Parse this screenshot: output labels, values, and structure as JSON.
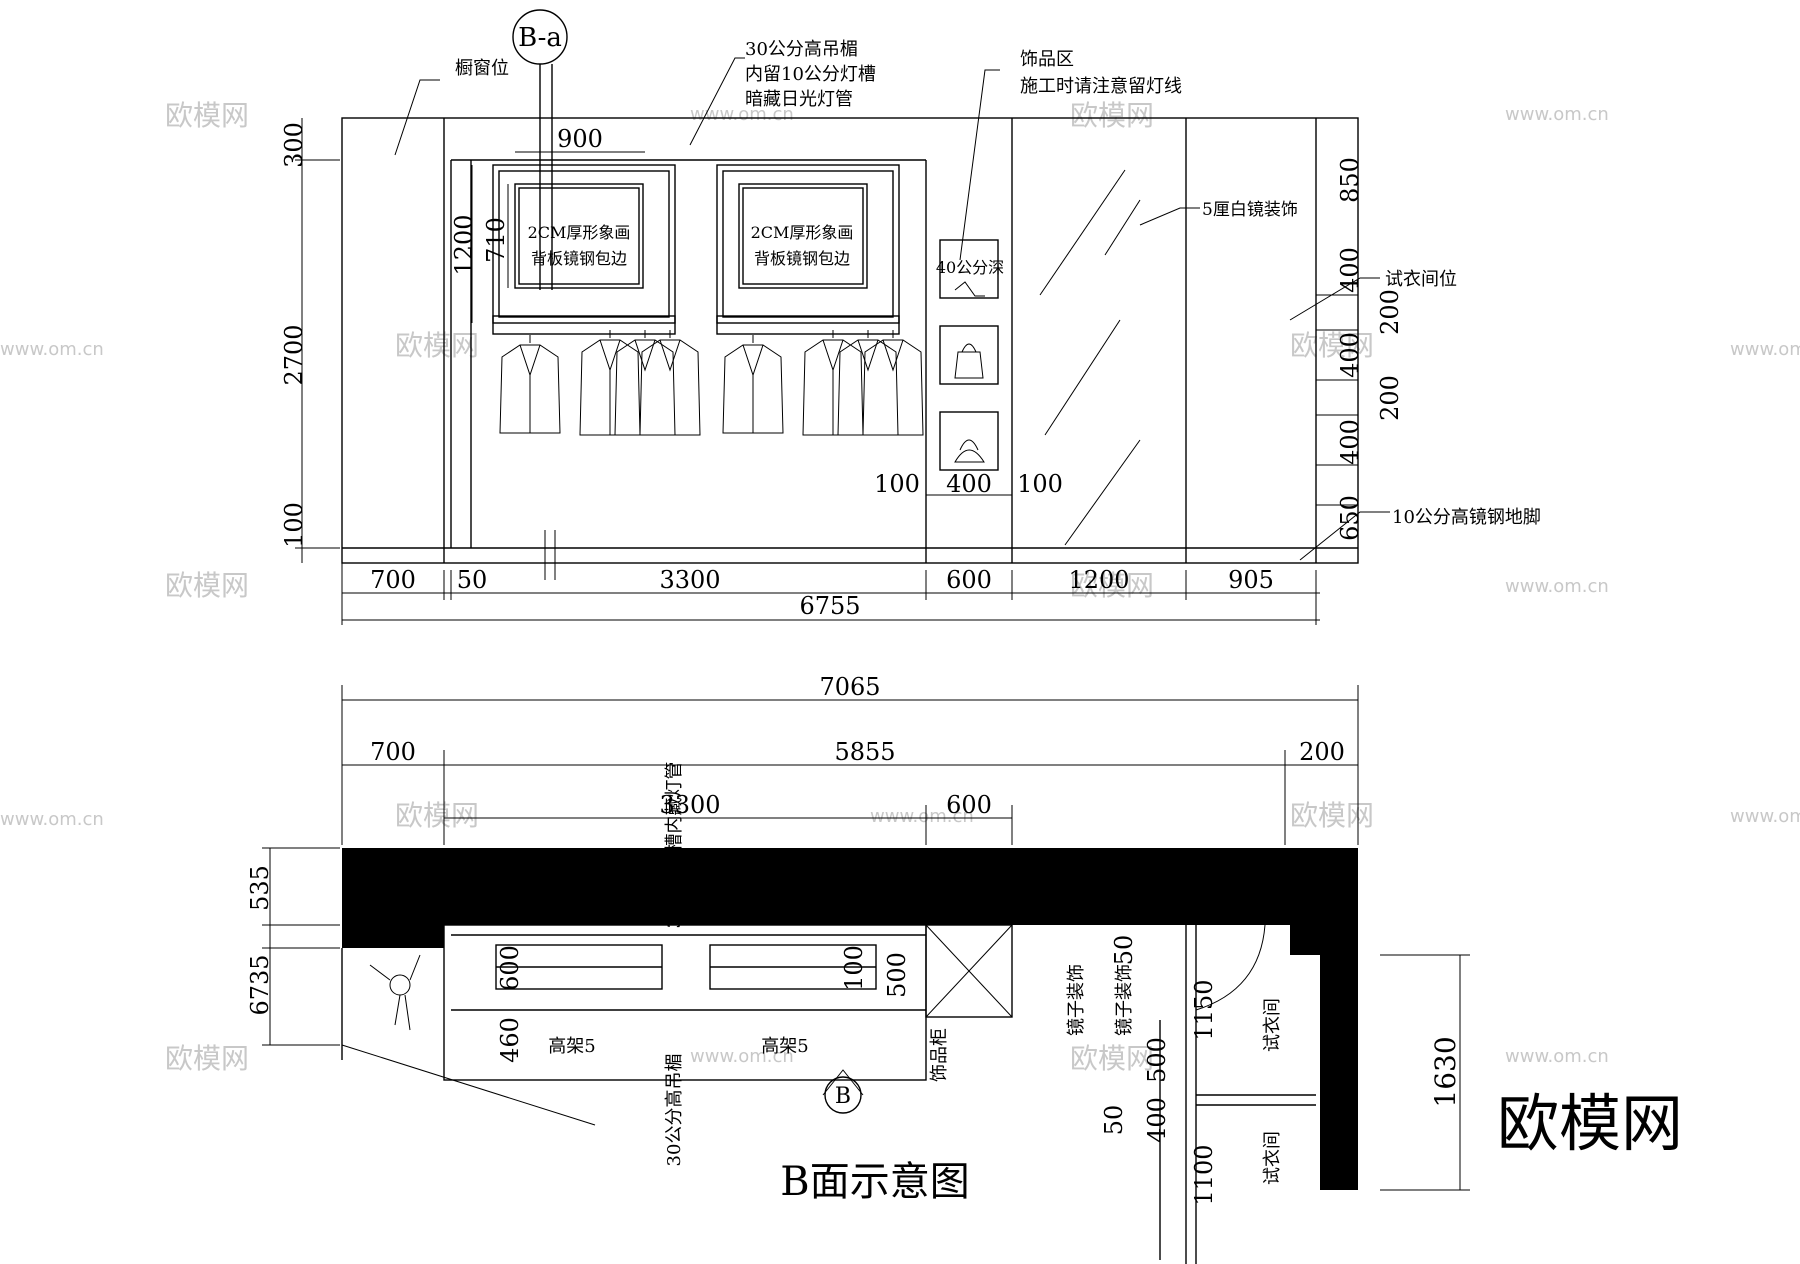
{
  "elevation": {
    "ref_bubble": "B-a",
    "notes": {
      "window": "橱窗位",
      "bulkhead": [
        "30公分高吊楣",
        "内留10公分灯槽",
        "暗藏日光灯管"
      ],
      "accessory": [
        "饰品区",
        "施工时请注意留灯线"
      ],
      "mirror": "5厘白镜装饰",
      "fitting": "试衣间位",
      "kick": "10公分高镜钢地脚",
      "shelf_depth": "40公分深"
    },
    "panel_text": [
      "2CM厚形象画",
      "背板镜钢包边"
    ],
    "dims": {
      "bottom": [
        "700",
        "50",
        "3300",
        "600",
        "1200",
        "905"
      ],
      "total": "6755",
      "left": [
        "300",
        "2700",
        "100"
      ],
      "panel": [
        "900",
        "1200",
        "710"
      ],
      "shelf": [
        "100",
        "400",
        "100"
      ],
      "right": [
        "850",
        "400",
        "200",
        "400",
        "200",
        "400",
        "650"
      ]
    }
  },
  "plan": {
    "dims_top": [
      "7065",
      "700",
      "5855",
      "200",
      "3300",
      "600"
    ],
    "dims_left": [
      "535",
      "6735"
    ],
    "rack_dims": [
      "600",
      "460",
      "100",
      "500"
    ],
    "rack_labels": [
      "高架5",
      "高架5"
    ],
    "labels": {
      "bulkhead_light": "30公分灯槽内藏灯管",
      "bulkhead": "30公分高吊楣",
      "accessory_cabinet": "饰品柜",
      "mirror1": "镜子装饰",
      "mirror2": "镜子装饰",
      "fitting1": "试衣间",
      "fitting2": "试衣间"
    },
    "right_dims": [
      "50",
      "1150",
      "500",
      "50",
      "400",
      "1100",
      "1630"
    ],
    "section_marker": "B",
    "title": "B面示意图"
  },
  "watermarks": {
    "logo": "欧模网",
    "url": "www.om.cn"
  }
}
